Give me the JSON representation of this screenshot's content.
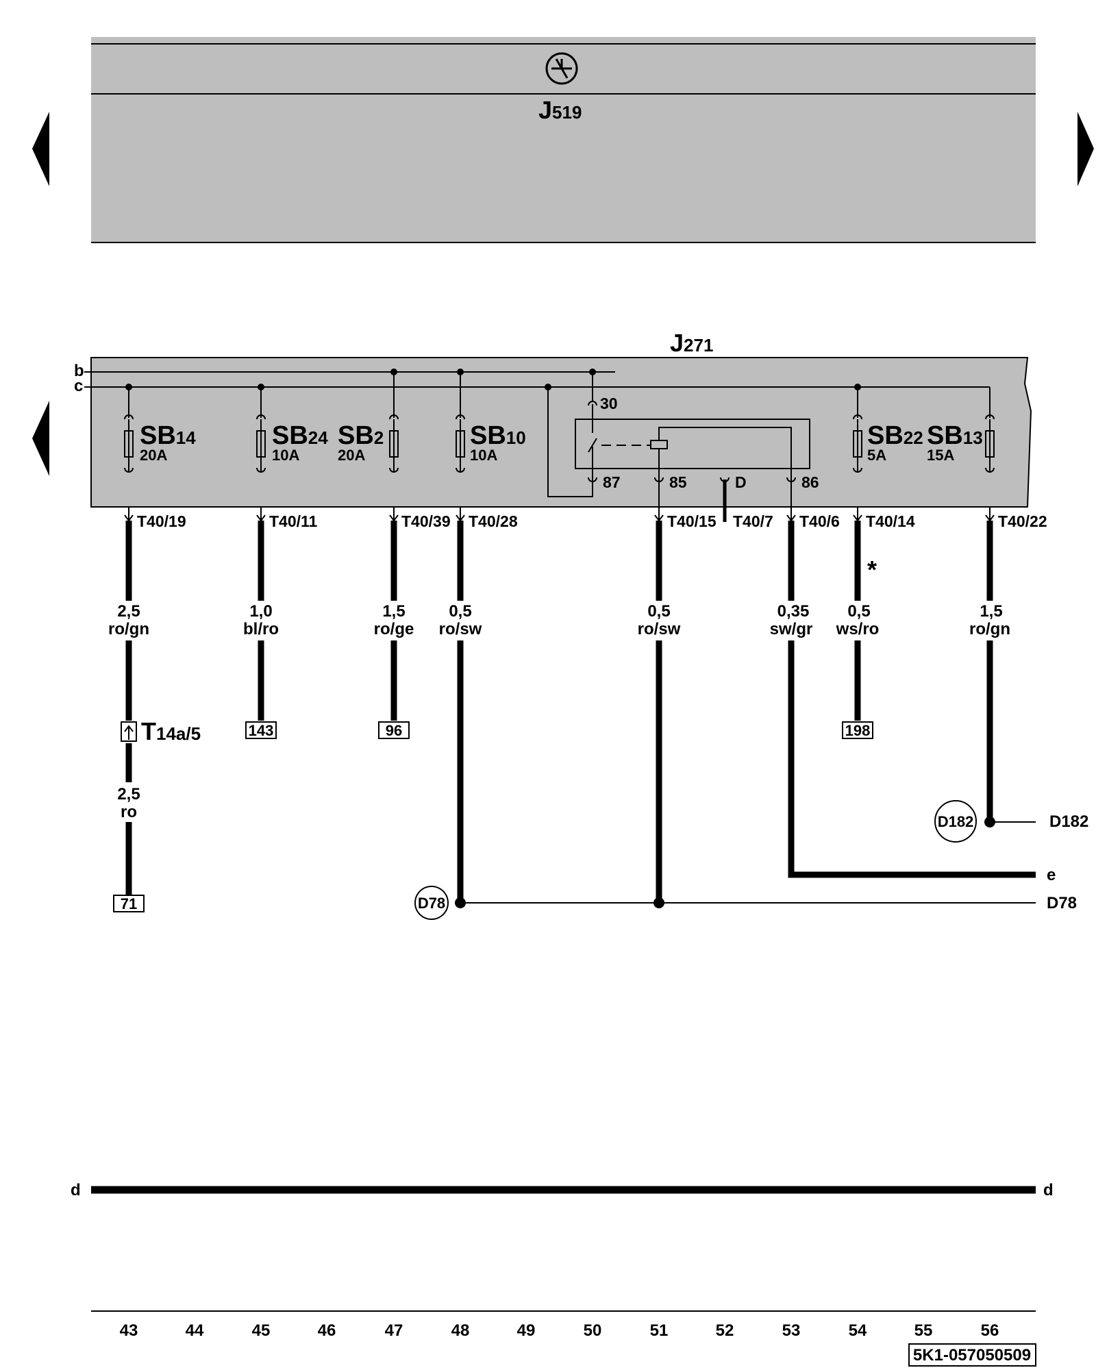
{
  "nav": {
    "prev_arrow_icon": "triangle-left-icon",
    "next_arrow_icon": "triangle-right-icon"
  },
  "colors": {
    "panel": "#bebebe",
    "line": "#000000",
    "background": "#ffffff"
  },
  "units": {
    "j519": {
      "icon": "earth-ground-symbol-icon",
      "name": "J",
      "sub": "519"
    },
    "j271": {
      "name": "J",
      "sub": "271"
    }
  },
  "buses": {
    "b": "b",
    "c": "c",
    "d": "d"
  },
  "fuses": [
    {
      "name": "SB",
      "sub": "14",
      "amp": "20A"
    },
    {
      "name": "SB",
      "sub": "24",
      "amp": "10A"
    },
    {
      "name": "SB",
      "sub": "2",
      "amp": "20A"
    },
    {
      "name": "SB",
      "sub": "10",
      "amp": "10A"
    },
    {
      "name": "SB",
      "sub": "22",
      "amp": "5A"
    },
    {
      "name": "SB",
      "sub": "13",
      "amp": "15A"
    }
  ],
  "relay": {
    "pin30": "30",
    "pin87": "87",
    "pin85": "85",
    "pinD": "D",
    "pin86": "86"
  },
  "connectors": [
    "T40/19",
    "T40/11",
    "T40/39",
    "T40/28",
    "T40/15",
    "T40/7",
    "T40/6",
    "T40/14",
    "T40/22"
  ],
  "wires": [
    {
      "size": "2,5",
      "color": "ro/gn"
    },
    {
      "size": "1,0",
      "color": "bl/ro"
    },
    {
      "size": "1,5",
      "color": "ro/ge"
    },
    {
      "size": "0,5",
      "color": "ro/sw"
    },
    {
      "size": "0,5",
      "color": "ro/sw"
    },
    {
      "size": "0,35",
      "color": "sw/gr"
    },
    {
      "size": "0,5",
      "color": "ws/ro"
    },
    {
      "size": "1,5",
      "color": "ro/gn"
    }
  ],
  "wire_lower": {
    "size": "2,5",
    "color": "ro"
  },
  "note_mark": "*",
  "plug": {
    "name": "T",
    "sub": "14a/5"
  },
  "refs": [
    "143",
    "96",
    "198",
    "71"
  ],
  "splices": {
    "d182": "D182",
    "d78": "D78"
  },
  "outputs": {
    "d182": "D182",
    "e": "e",
    "d78": "D78"
  },
  "columns": [
    "43",
    "44",
    "45",
    "46",
    "47",
    "48",
    "49",
    "50",
    "51",
    "52",
    "53",
    "54",
    "55",
    "56"
  ],
  "page_id": "5K1-057050509"
}
